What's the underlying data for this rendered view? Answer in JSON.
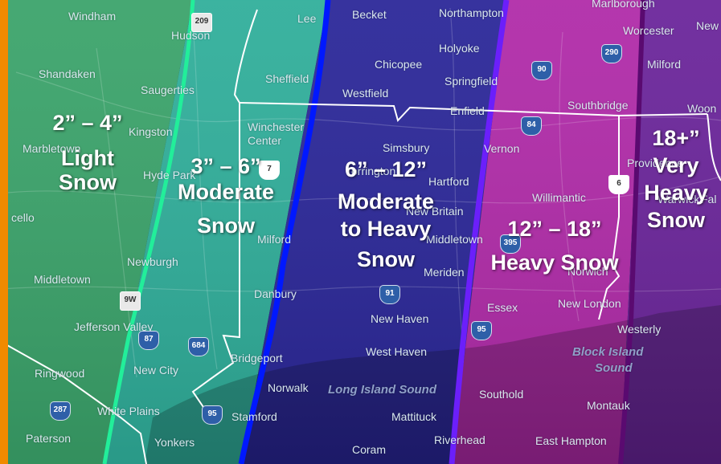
{
  "colors": {
    "frame": "#f08a00",
    "zone_light": "#3aa36a",
    "zone_moderate": "#2fae9a",
    "zone_moderate_heavy": "#2a2698",
    "zone_heavy": "#b02aa8",
    "zone_very_heavy": "#6a249a",
    "band_edge_light": "#22ee9a",
    "band_edge_moderate_heavy": "#0018ff",
    "band_edge_heavy": "#7a1fff",
    "band_edge_very_heavy": "#5a0a70",
    "boundary": "#ffffff"
  },
  "snow_zones": [
    {
      "amount": "2” – 4”",
      "label_lines": [
        "Light",
        "Snow"
      ]
    },
    {
      "amount": "3” – 6”",
      "label_lines": [
        "Moderate",
        "Snow"
      ]
    },
    {
      "amount": "6” – 12”",
      "label_lines": [
        "Moderate",
        "to Heavy",
        "Snow"
      ]
    },
    {
      "amount": "12” – 18”",
      "label_lines": [
        "Heavy Snow"
      ]
    },
    {
      "amount": "18+”",
      "label_lines": [
        "Very",
        "Heavy",
        "Snow"
      ]
    }
  ],
  "places": [
    "Windham",
    "Hudson",
    "Lee",
    "Becket",
    "Northampton",
    "Marlborough",
    "Worcester",
    "New",
    "Shandaken",
    "Saugerties",
    "Sheffield",
    "Holyoke",
    "Chicopee",
    "Springfield",
    "Westfield",
    "Milford",
    "Southbridge",
    "Woon",
    "Kingston",
    "Marbletown",
    "Winchester Center",
    "Enfield",
    "Simsbury",
    "Vernon",
    "Hyde Park",
    "Torrington",
    "Hartford",
    "Willimantic",
    "Providence",
    "Warwick",
    "Fal",
    "cello",
    "New Britain",
    "Middletown",
    "Newburgh",
    "Milford",
    "Middletown",
    "Meriden",
    "Norwich",
    "Danbury",
    "New Haven",
    "Essex",
    "New London",
    "Westerly",
    "Jefferson Valley",
    "West Haven",
    "Ringwood",
    "New City",
    "Bridgeport",
    "Norwalk",
    "Southold",
    "Montauk",
    "White Plains",
    "Stamford",
    "Mattituck",
    "Paterson",
    "Yonkers",
    "Coram",
    "Riverhead",
    "East Hampton"
  ],
  "water_labels": [
    "Long Island Sound",
    "Block Island",
    "Sound"
  ],
  "route_shields": [
    "209",
    "7",
    "90",
    "290",
    "84",
    "9W",
    "91",
    "684",
    "6",
    "87",
    "287",
    "95",
    "95",
    "395"
  ]
}
